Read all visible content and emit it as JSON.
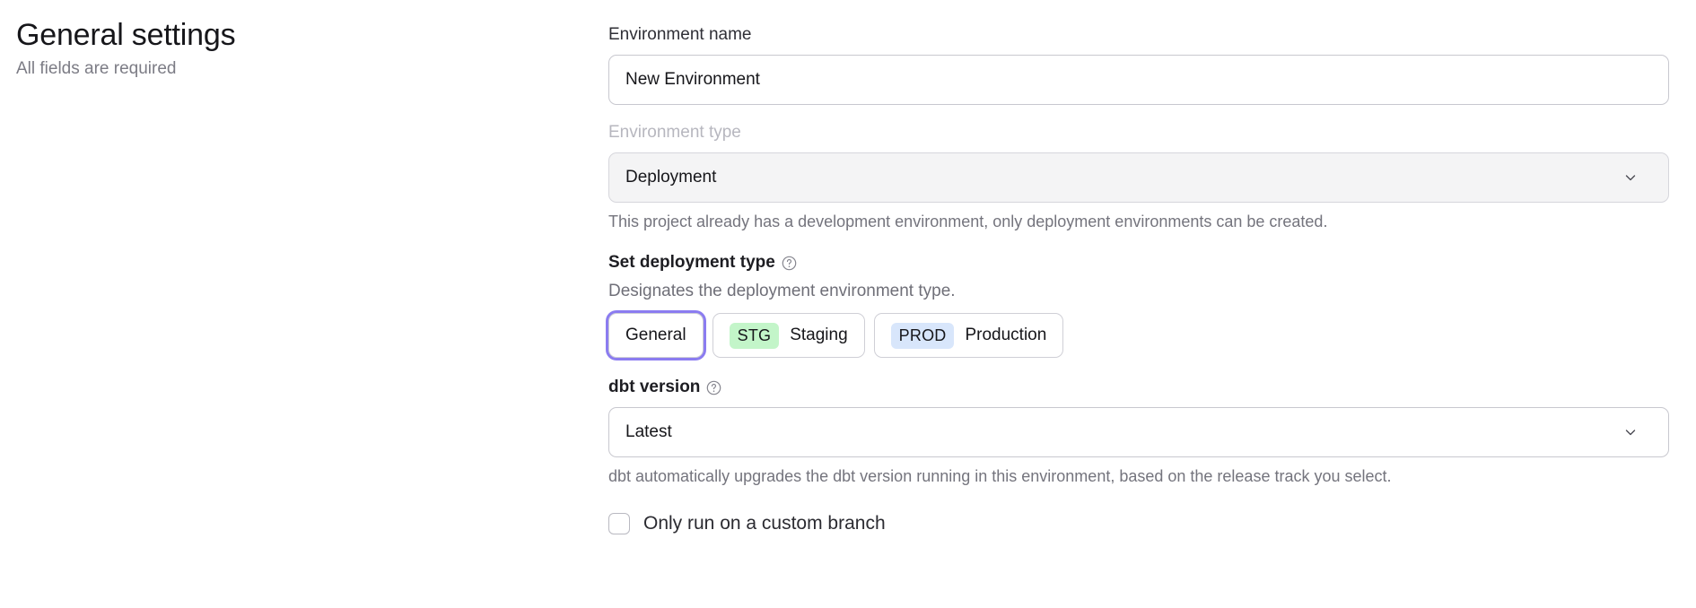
{
  "header": {
    "title": "General settings",
    "subtitle": "All fields are required"
  },
  "form": {
    "environment_name": {
      "label": "Environment name",
      "value": "New Environment",
      "placeholder": "Environment name"
    },
    "environment_type": {
      "label": "Environment type",
      "value": "Deployment",
      "disabled": true,
      "chevron_icon": "chevron-down-icon",
      "helper": "This project already has a development environment, only deployment environments can be created."
    },
    "deployment_type": {
      "label": "Set deployment type",
      "help_icon": "question-circle-icon",
      "description": "Designates the deployment environment type.",
      "options": [
        {
          "label": "General",
          "badge": "",
          "badge_bg": "transparent",
          "selected": true
        },
        {
          "label": "Staging",
          "badge": "STG",
          "badge_bg": "#c3f5c9",
          "selected": false
        },
        {
          "label": "Production",
          "badge": "PROD",
          "badge_bg": "#d8e6fb",
          "selected": false
        }
      ],
      "focus_ring_color": "#8b7cf0"
    },
    "dbt_version": {
      "label": "dbt version",
      "help_icon": "question-circle-icon",
      "value": "Latest",
      "chevron_icon": "chevron-down-icon",
      "helper": "dbt automatically upgrades the dbt version running in this environment, based on the release track you select."
    },
    "custom_branch": {
      "label": "Only run on a custom branch",
      "checked": false
    }
  }
}
